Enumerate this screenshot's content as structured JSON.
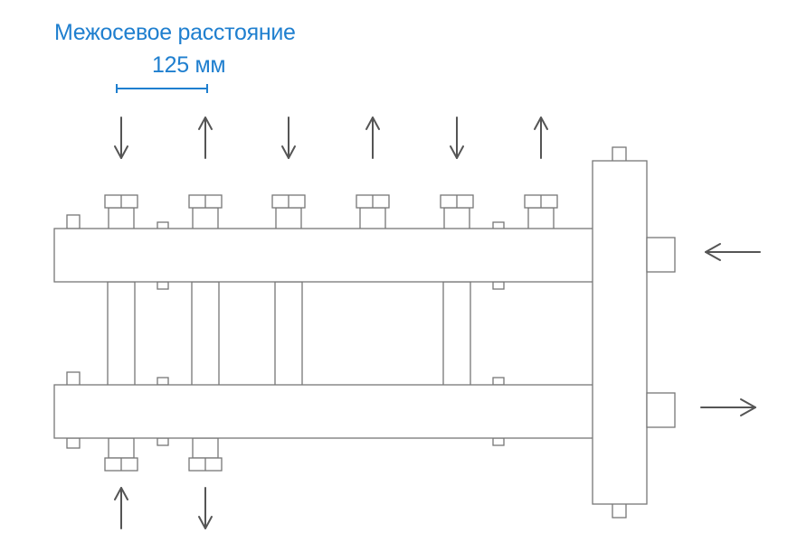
{
  "annotation": {
    "title": "Межосевое расстояние",
    "distance": "125 мм"
  },
  "colors": {
    "accent": "#1f7fcf",
    "outline": "#777777",
    "arrow": "#555555"
  },
  "outlets": {
    "top": [
      "down",
      "up",
      "down",
      "up",
      "down",
      "up"
    ],
    "bottom": [
      "up",
      "down"
    ]
  },
  "side_flows": {
    "upper": "in",
    "lower": "out"
  }
}
